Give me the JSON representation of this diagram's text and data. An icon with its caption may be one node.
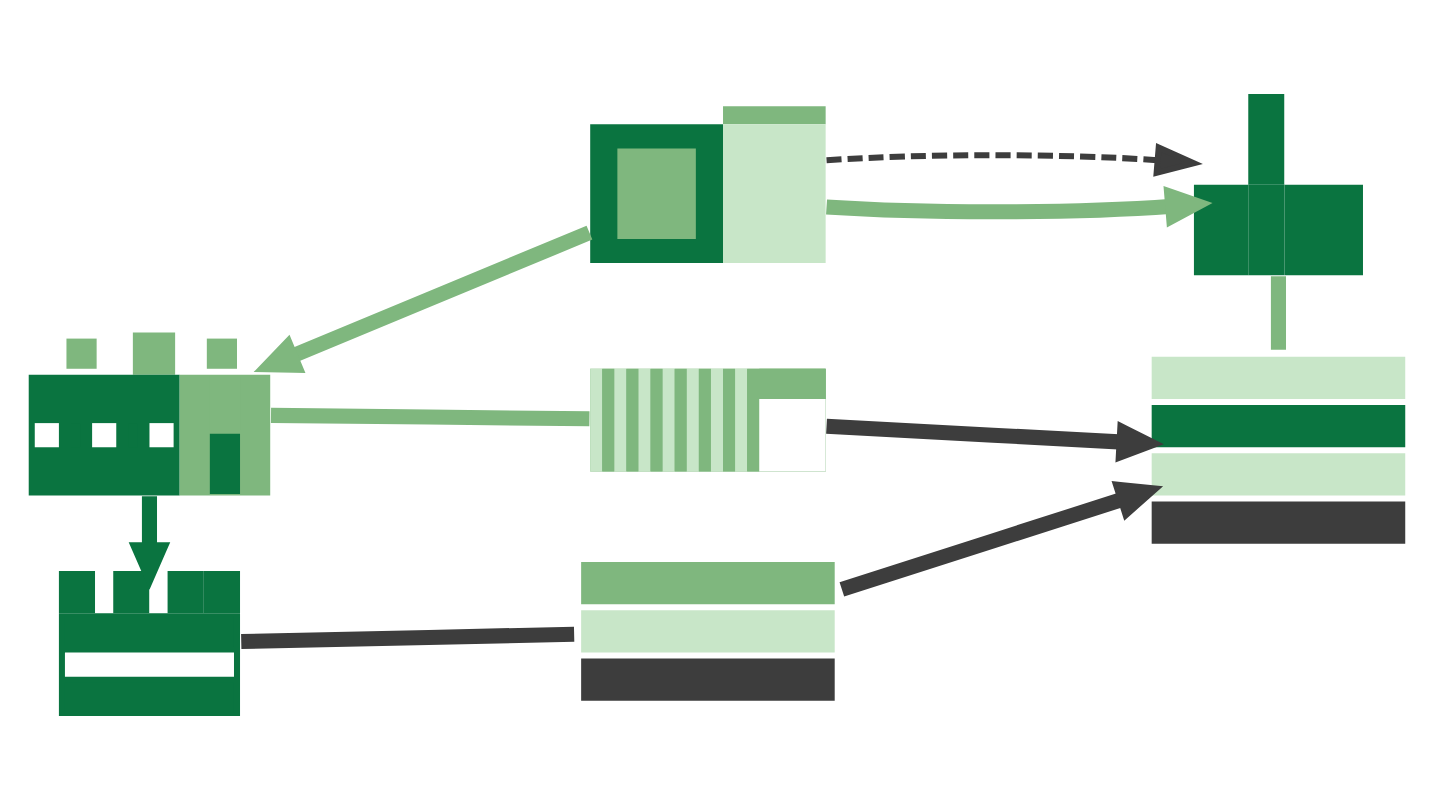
{
  "diagram": {
    "nodes": [
      {
        "text": [],
        "shape": "picture"
      },
      {
        "text": [],
        "shape": "picture"
      },
      {
        "text": [],
        "shape": "picture"
      },
      {
        "text": [],
        "shape": "picture"
      },
      {
        "text": [],
        "shape": "picture"
      },
      {
        "text": [],
        "shape": "picture"
      },
      {
        "text": [],
        "shape": "picture"
      }
    ],
    "edges": [
      {
        "from": 0,
        "to": 1,
        "arrow": "to",
        "color": "#7fb77e"
      },
      {
        "from": 0,
        "to": 2,
        "arrow": "to",
        "color": "#7fb77e"
      },
      {
        "from": 0,
        "to": 2,
        "arrow": "to",
        "style": "dashed",
        "color": "#3d3d3d"
      },
      {
        "from": 1,
        "to": 4,
        "arrow": "to",
        "color": "#0a7440"
      },
      {
        "from": 1,
        "to": 3,
        "arrow": "none",
        "color": "#7fb77e"
      },
      {
        "from": 2,
        "to": 6,
        "arrow": "none",
        "color": "#7fb77e"
      },
      {
        "from": 3,
        "to": 6,
        "arrow": "to",
        "color": "#3d3d3d"
      },
      {
        "from": 4,
        "to": 5,
        "arrow": "none",
        "color": "#3d3d3d"
      },
      {
        "from": 5,
        "to": 6,
        "arrow": "to",
        "color": "#3d3d3d"
      }
    ]
  }
}
